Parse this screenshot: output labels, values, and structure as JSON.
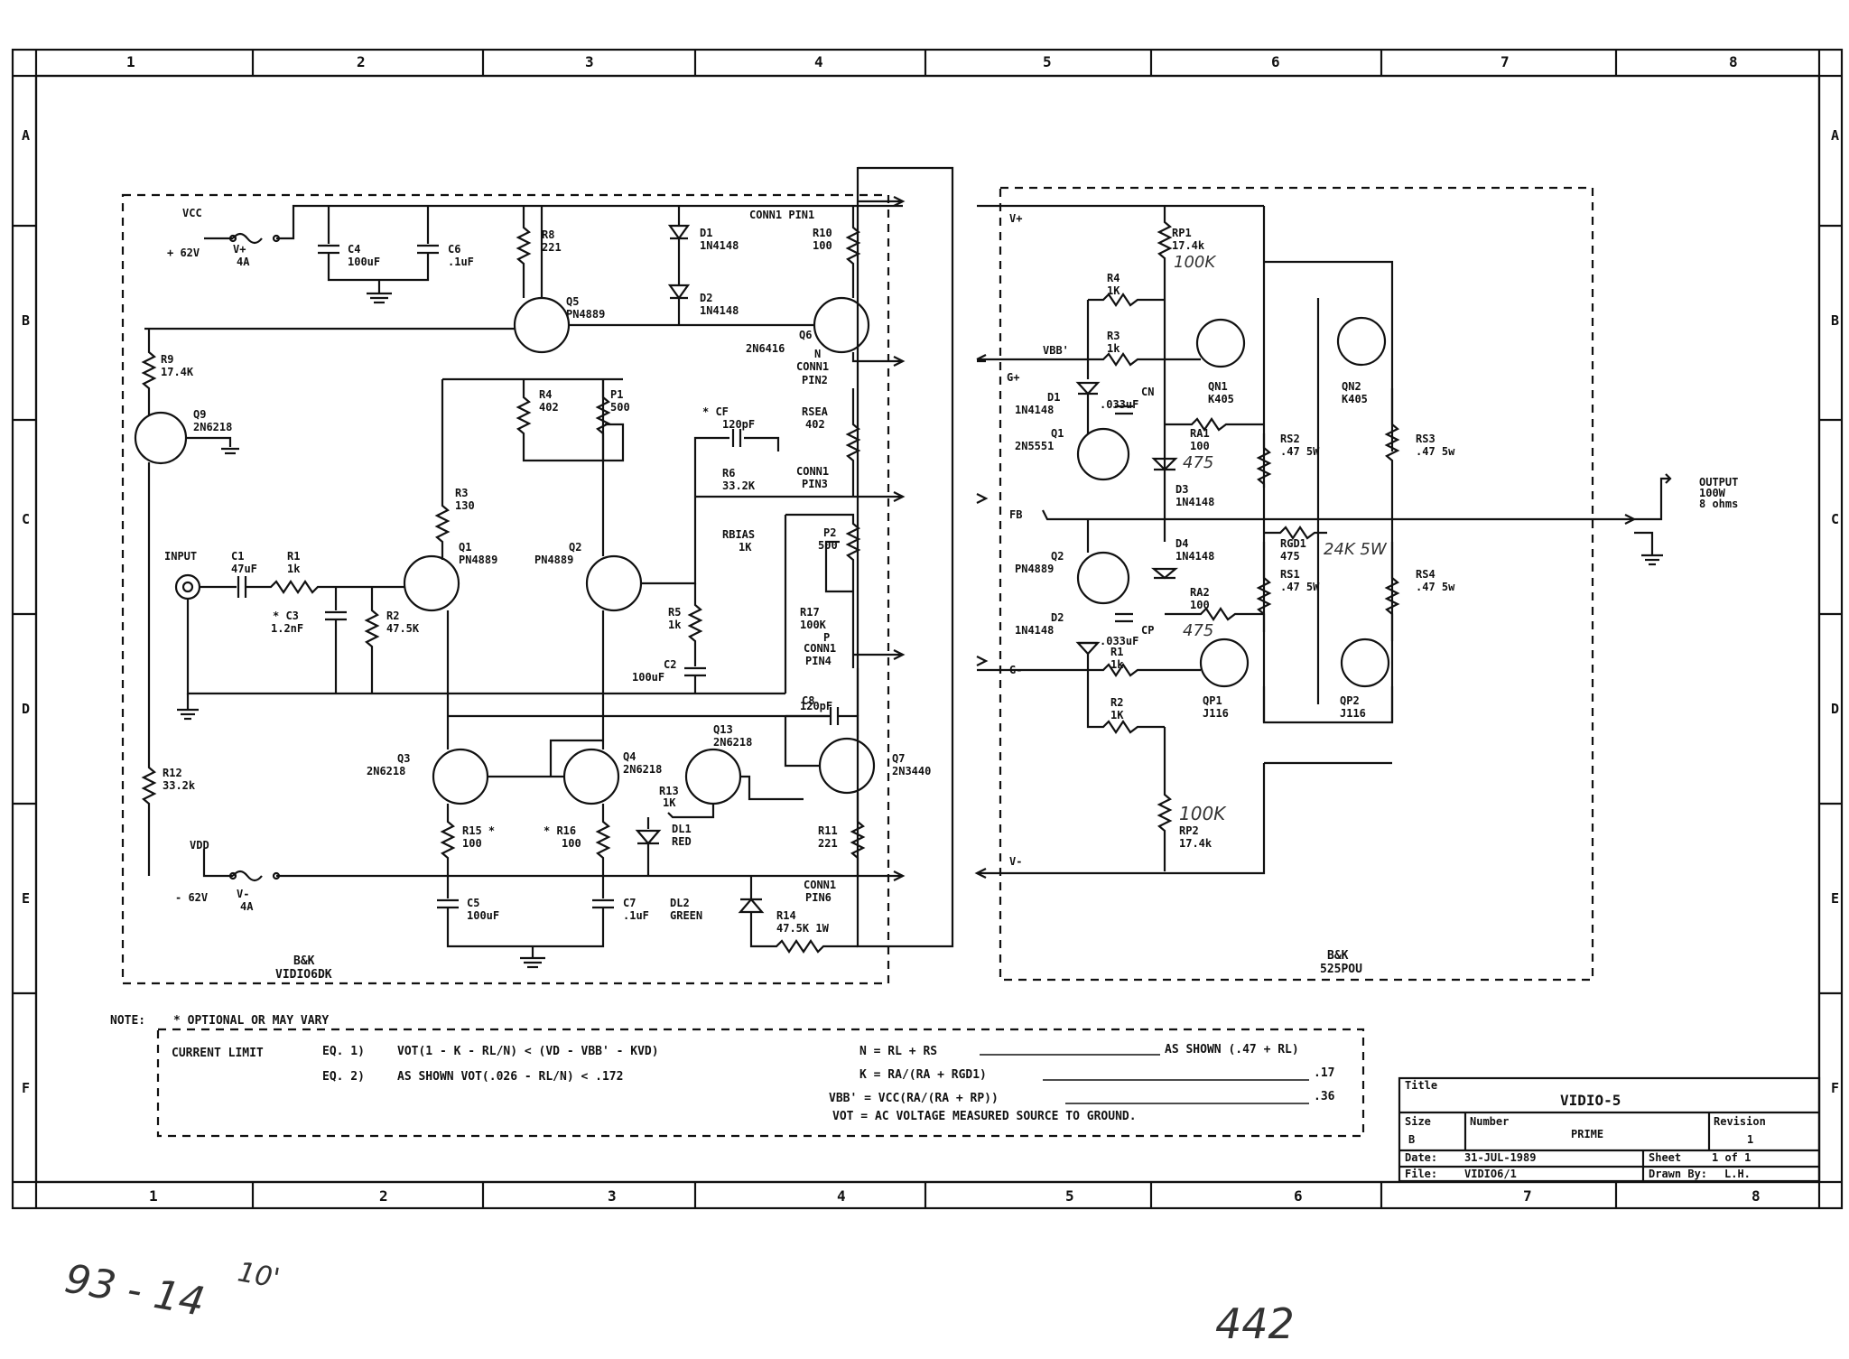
{
  "title_block": {
    "title_label": "Title",
    "title_value": "VIDIO-5",
    "size_label": "Size",
    "size_value": "B",
    "number_label": "Number",
    "number_value": "PRIME",
    "revision_label": "Revision",
    "revision_value": "1",
    "date_label": "Date:",
    "date_value": "31-JUL-1989",
    "file_label": "File:",
    "file_value": "VIDIO6/1",
    "sheet_label": "Sheet",
    "sheet_value": "1 of 1",
    "drawn_label": "Drawn By:",
    "drawn_value": "L.H."
  },
  "border": {
    "cols": [
      "1",
      "2",
      "3",
      "4",
      "5",
      "6",
      "7",
      "8"
    ],
    "rows": [
      "A",
      "B",
      "C",
      "D",
      "E",
      "F"
    ]
  },
  "left_block": {
    "module_name": "B&K",
    "module_id": "VIDIO6DK",
    "labels": {
      "vcc": "VCC",
      "vcc_volt": "+ 62V",
      "vcc_fuse": "V+",
      "vcc_fuse_val": "4A",
      "c4": "C4",
      "c4_val": "100uF",
      "c6": "C6",
      "c6_val": ".1uF",
      "r8": "R8",
      "r8_val": "221",
      "d1": "D1",
      "d1_val": "1N4148",
      "d2": "D2",
      "d2_val": "1N4148",
      "conn_pin1": "CONN1 PIN1",
      "r10": "R10",
      "r10_val": "100",
      "q5": "Q5",
      "q5_val": "PN4889",
      "q6": "Q6",
      "q6_val": "2N6416",
      "n_conn": "N",
      "conn1": "CONN1",
      "pin2": "PIN2",
      "r9": "R9",
      "r9_val": "17.4K",
      "q9": "Q9",
      "q9_val": "2N6218",
      "r4": "R4",
      "r4_val": "402",
      "p1": "P1",
      "p1_val": "500",
      "cf": "* CF",
      "cf_val": "120pF",
      "rsea": "RSEA",
      "rsea_val": "402",
      "r6": "R6",
      "r6_val": "33.2K",
      "conn1_b": "CONN1",
      "pin3": "PIN3",
      "r3": "R3",
      "r3_val": "130",
      "rbias": "RBIAS",
      "rbias_val": "1K",
      "p2": "P2",
      "p2_val": "500",
      "input": "INPUT",
      "c1": "C1",
      "c1_val": "47uF",
      "r1": "R1",
      "r1_val": "1k",
      "q1": "Q1",
      "q1_val": "PN4889",
      "q2": "Q2",
      "q2_val": "PN4889",
      "c3": "* C3",
      "c3_val": "1.2nF",
      "r2": "R2",
      "r2_val": "47.5K",
      "r5": "R5",
      "r5_val": "1k",
      "r17": "R17",
      "r17_val": "100K",
      "p_conn": "P",
      "conn1_c": "CONN1",
      "pin4": "PIN4",
      "c2": "C2",
      "c2_val": "100uF",
      "c8": "C8",
      "c8_val": "120pF",
      "r12": "R12",
      "r12_val": "33.2k",
      "q3": "Q3",
      "q3_val": "2N6218",
      "q4": "Q4",
      "q4_val": "2N6218",
      "q13": "Q13",
      "q13_val": "2N6218",
      "q7": "Q7",
      "q7_val": "2N3440",
      "r13": "R13",
      "r13_val": "1K",
      "dl1": "DL1",
      "dl1_val": "RED",
      "r15": "R15 *",
      "r15_val": "100",
      "r16": "* R16",
      "r16_val": "100",
      "r11": "R11",
      "r11_val": "221",
      "vdd": "VDD",
      "vdd_volt": "- 62V",
      "vdd_fuse": "V-",
      "vdd_fuse_val": "4A",
      "c5": "C5",
      "c5_val": "100uF",
      "c7": "C7",
      "c7_val": ".1uF",
      "dl2": "DL2",
      "dl2_val": "GREEN",
      "conn1_d": "CONN1",
      "pin6": "PIN6",
      "r14": "R14",
      "r14_val": "47.5K 1W"
    }
  },
  "right_block": {
    "module_name": "B&K",
    "module_id": "525POU",
    "labels": {
      "vplus": "V+",
      "rp1": "RP1",
      "rp1_val": "17.4k",
      "r4": "R4",
      "r4_val": "1K",
      "vbb": "VBB'",
      "r3": "R3",
      "r3_val": "1k",
      "gplus": "G+",
      "d1": "D1",
      "d1_val": "1N4148",
      "cn": "CN",
      "cn_val": ".033uF",
      "qn1": "QN1",
      "qn1_val": "K405",
      "qn2": "QN2",
      "qn2_val": "K405",
      "q1": "Q1",
      "q1_val": "2N5551",
      "ra1": "RA1",
      "ra1_val": "100",
      "rs2": "RS2",
      "rs2_val": ".47 5W",
      "rs3": "RS3",
      "rs3_val": ".47 5w",
      "d3": "D3",
      "d3_val": "1N4148",
      "fb": "FB",
      "output": "OUTPUT",
      "output_power": "100W",
      "output_load": "8 ohms",
      "d4": "D4",
      "d4_val": "1N4148",
      "rgd1": "RGD1",
      "rgd1_val": "475",
      "q2": "Q2",
      "q2_val": "PN4889",
      "rs1": "RS1",
      "rs1_val": ".47 5W",
      "rs4": "RS4",
      "rs4_val": ".47 5w",
      "ra2": "RA2",
      "ra2_val": "100",
      "d2": "D2",
      "d2_val": "1N4148",
      "cp": "CP",
      "cp_val": ".033uF",
      "r1": "R1",
      "r1_val": "1k",
      "gminus": "G-",
      "qp1": "QP1",
      "qp1_val": "J116",
      "qp2": "QP2",
      "qp2_val": "J116",
      "r2": "R2",
      "r2_val": "1K",
      "rp2": "RP2",
      "rp2_val": "17.4k",
      "vminus": "V-"
    },
    "handwritten": {
      "rp1_note": "100K",
      "ra1_note": "475",
      "rgd1_note": "24K 5W",
      "ra2_note": "475",
      "rp2_note": "100K"
    }
  },
  "notes": {
    "note_label": "NOTE:",
    "note_text": "* OPTIONAL OR MAY VARY",
    "current_limit": "CURRENT LIMIT",
    "eq1_label": "EQ. 1)",
    "eq1_text": "VOT(1 - K - RL/N) < (VD - VBB' - KVD)",
    "eq2_label": "EQ. 2)",
    "eq2_text": "AS SHOWN   VOT(.026 - RL/N) < .172",
    "n_def": "N = RL + RS",
    "n_value": "AS SHOWN (.47 + RL)",
    "k_def": "K = RA/(RA + RGD1)",
    "k_value": ".17",
    "vbb_def": "VBB' = VCC(RA/(RA + RP))",
    "vbb_value": ".36",
    "vot_def": "VOT = AC VOLTAGE MEASURED SOURCE TO GROUND."
  },
  "margin_handwriting": {
    "left": "93 - 14",
    "left_small": "10'",
    "page_number": "442"
  }
}
